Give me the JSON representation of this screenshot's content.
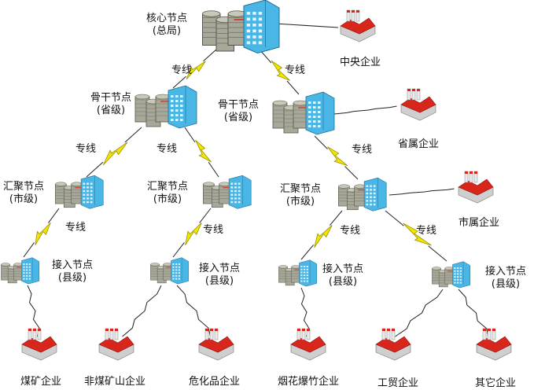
{
  "nodes": {
    "core": {
      "name": "核心节点",
      "level": "(总局)"
    },
    "backbone_left": {
      "name": "骨干节点",
      "level": "(省级)"
    },
    "backbone_right": {
      "name": "骨干节点",
      "level": "(省级)"
    },
    "agg_1": {
      "name": "汇聚节点",
      "level": "(市级)"
    },
    "agg_2": {
      "name": "汇聚节点",
      "level": "(市级)"
    },
    "agg_3": {
      "name": "汇聚节点",
      "level": "(市级)"
    },
    "access_1": {
      "name": "接入节点",
      "level": "(县级)"
    },
    "access_2": {
      "name": "接入节点",
      "level": "(县级)"
    },
    "access_3": {
      "name": "接入节点",
      "level": "(县级)"
    },
    "access_4": {
      "name": "接入节点",
      "level": "(县级)"
    }
  },
  "enterprises": {
    "central": "中央企业",
    "provincial": "省属企业",
    "municipal": "市属企业",
    "coal": "煤矿企业",
    "noncoal": "非煤矿山企业",
    "hazchem": "危化品企业",
    "fireworks": "烟花爆竹企业",
    "industry_trade": "工贸企业",
    "other": "其它企业"
  },
  "link_label": "专线",
  "colors": {
    "lightning": "#f2e600",
    "lightning_stroke": "#9a8f00",
    "server": "#a8a89a",
    "building": "#49b6e6",
    "factory_roof": "#d9261c",
    "line": "#222222"
  }
}
